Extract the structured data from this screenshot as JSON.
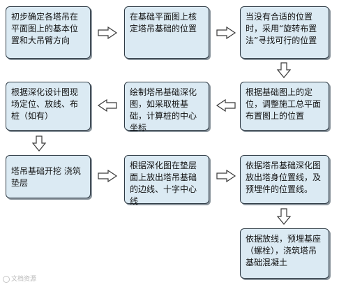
{
  "flowchart": {
    "steps": [
      {
        "id": "s1",
        "text": "初步确定各塔吊在平面图上的基本位置和大吊臂方向"
      },
      {
        "id": "s2",
        "text": "在基础平面图上核定塔吊基础的位置"
      },
      {
        "id": "s3",
        "text": "当没有合适的位置时，采用“旋转布置法”寻找可行的位置"
      },
      {
        "id": "s4",
        "text": "根据基础图上的定位，调整施工总平面布置图上的位置"
      },
      {
        "id": "s5",
        "text": "绘制塔吊基础深化图，如采取桩基础，计算桩的中心坐标"
      },
      {
        "id": "s6",
        "text": "根据深化设计图现场定位、放线、布桩（如有）"
      },
      {
        "id": "s7",
        "text": "塔吊基础开挖 浇筑垫层"
      },
      {
        "id": "s8",
        "text": "根据深化图在垫层面上放出塔吊基础的边线、十字中心线"
      },
      {
        "id": "s9",
        "text": "依据塔吊基础深化图放出塔身位置线，及预埋件的位置线。"
      },
      {
        "id": "s10",
        "text": "依据放线，预埋基座（螺栓），浇筑塔吊基础混凝土"
      }
    ]
  },
  "watermark": {
    "text": "文档资源"
  },
  "colors": {
    "box_fill": "#dbeaf3",
    "box_border": "#2f3b45",
    "arrow_fill": "#ffffff"
  }
}
